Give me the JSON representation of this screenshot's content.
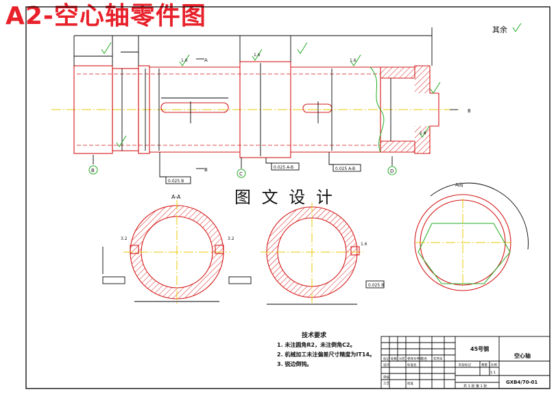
{
  "document": {
    "stamp": "A2-空心轴零件图",
    "watermark": "图 文 设 计",
    "roughness_note": "其余",
    "section_labels": {
      "aa": "A-A",
      "view_a": "A向"
    },
    "cut_letters": {
      "a": "A",
      "b": "B"
    },
    "datum_circles": [
      "B",
      "C",
      "D"
    ],
    "tolerance_frames": [
      "0.025 B",
      "0.025 A-B",
      "0.025 A-B",
      "0.025 B"
    ],
    "roughness_values": [
      "1.6",
      "1.6",
      "1.6",
      "1.6",
      "3.2",
      "3.2",
      "1.6"
    ],
    "tech_requirements": {
      "title": "技术要求",
      "items": [
        "1. 未注圆角R2，未注倒角C2。",
        "2. 机械加工未注偏差尺寸精度为IT14。",
        "3. 锐边倒钝。"
      ]
    },
    "title_block": {
      "material": "45号钢",
      "part_name": "空心轴",
      "drawing_no": "GXB4/70-01",
      "scale": "1:1",
      "sheet": "共 1 张  第 1 张",
      "row_labels": [
        "标记",
        "处数",
        "分区",
        "更改文件号",
        "签名",
        "年月日",
        "设计",
        "标准化",
        "审核",
        "工艺",
        "批准"
      ],
      "stage_labels": [
        "阶段标记",
        "重量",
        "比例"
      ]
    }
  }
}
